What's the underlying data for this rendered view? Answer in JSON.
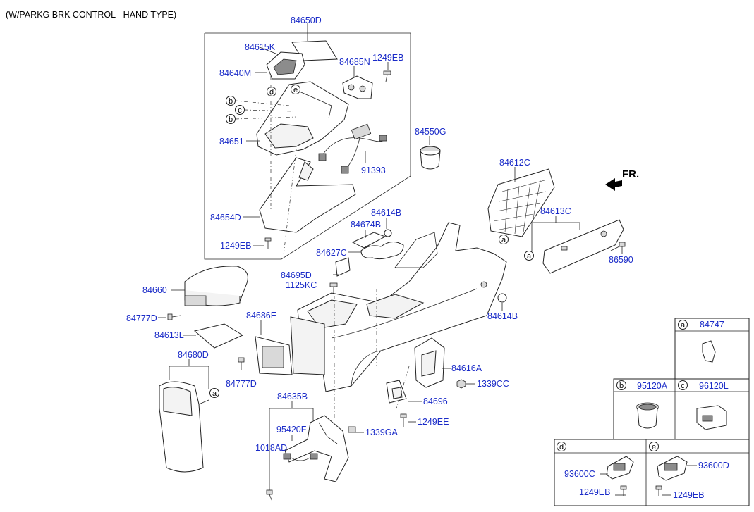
{
  "header": {
    "title": "(W/PARKG BRK CONTROL - HAND TYPE)"
  },
  "direction_marker": {
    "label": "FR."
  },
  "labels": {
    "p84650D": "84650D",
    "p84615K": "84615K",
    "p84640M": "84640M",
    "p84685N": "84685N",
    "p1249EB_top": "1249EB",
    "p84651": "84651",
    "p91393": "91393",
    "p84550G": "84550G",
    "p84654D": "84654D",
    "p1249EB_left": "1249EB",
    "p84612C": "84612C",
    "p84613C": "84613C",
    "p86590": "86590",
    "p84614B_top": "84614B",
    "p84674B": "84674B",
    "p84627C": "84627C",
    "p84695D": "84695D",
    "p1125KC": "1125KC",
    "p84660": "84660",
    "p84777D_left": "84777D",
    "p84686E": "84686E",
    "p84613L": "84613L",
    "p84614B_right": "84614B",
    "p84680D": "84680D",
    "p84777D_mid": "84777D",
    "p84616A": "84616A",
    "p1339CC": "1339CC",
    "p84696": "84696",
    "p84635B": "84635B",
    "p1249EE": "1249EE",
    "p95420F": "95420F",
    "p1339GA": "1339GA",
    "p1018AD": "1018AD",
    "p84747": "84747",
    "p95120A": "95120A",
    "p96120L": "96120L",
    "p93600C": "93600C",
    "p1249EB_d": "1249EB",
    "p93600D": "93600D",
    "p1249EB_e": "1249EB"
  },
  "callouts": {
    "a": "a",
    "b": "b",
    "c": "c",
    "d": "d",
    "e": "e"
  },
  "colors": {
    "label": "#1a2bc8",
    "line": "#222222",
    "background": "#ffffff"
  }
}
